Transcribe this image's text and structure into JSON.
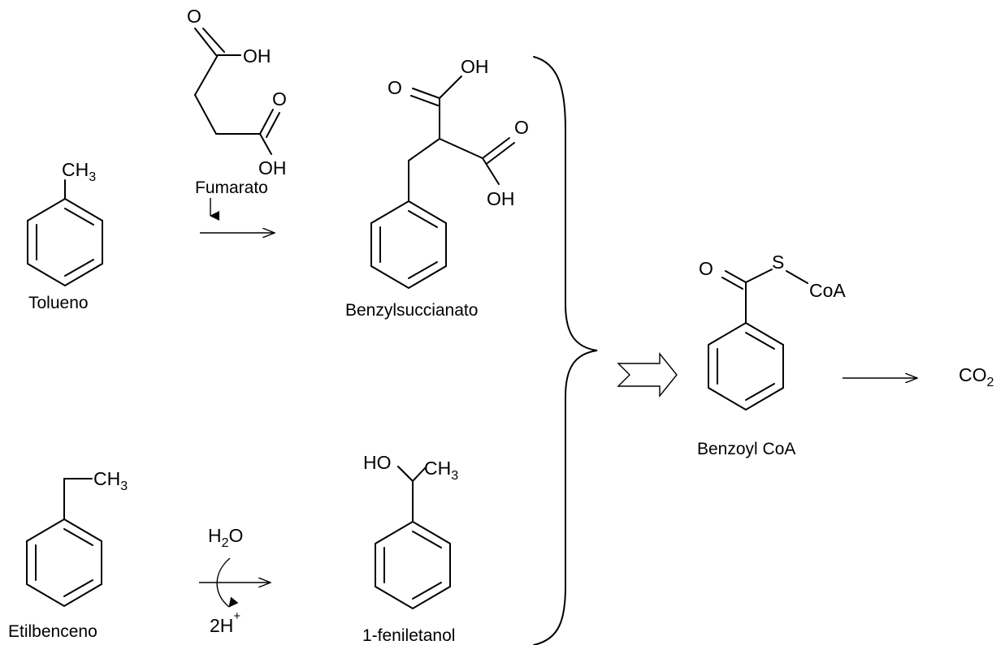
{
  "labels": {
    "toluene": "Tolueno",
    "fumarate": "Fumarato",
    "benzylsuccinate": "Benzylsuccianato",
    "ethylbenzene": "Etilbenceno",
    "phenylethanol": "1-feniletanol",
    "benzoyl_coa": "Benzoyl CoA"
  },
  "atoms": {
    "CH3": {
      "main": "CH",
      "sub": "3"
    },
    "O": "O",
    "OH": "OH",
    "HO": "HO",
    "S": "S",
    "CoA": "CoA",
    "H2O": {
      "H": "H",
      "sub": "2",
      "O": "O"
    },
    "two_H_plus": {
      "main": "2H",
      "sup": "+"
    },
    "CO2": {
      "main": "CO",
      "sub": "2"
    }
  }
}
